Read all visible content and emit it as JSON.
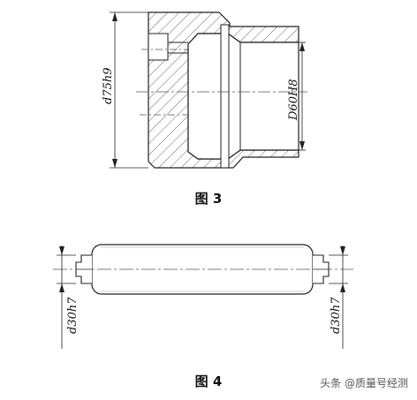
{
  "figure3": {
    "caption": "图 3",
    "dim_outer": "d75h9",
    "dim_inner": "D60H8"
  },
  "figure4": {
    "caption": "图 4",
    "dim_left": "d30h7",
    "dim_right": "d30h7"
  },
  "watermark": "头条 @质量号经测"
}
